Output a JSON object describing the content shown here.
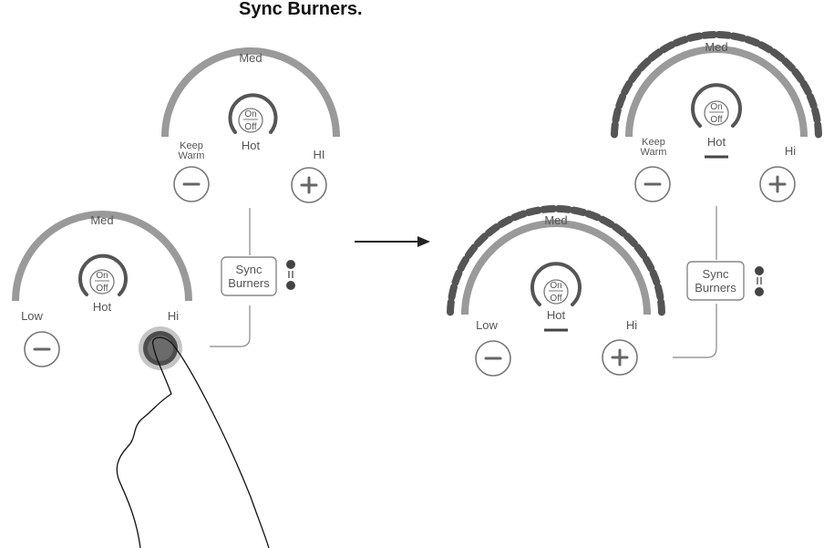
{
  "caption": "Sync Burners.",
  "sync_button": {
    "line1": "Sync",
    "line2": "Burners"
  },
  "before": {
    "rear_burner": {
      "top_label": "Med",
      "left_label_line1": "Keep",
      "left_label_line2": "Warm",
      "right_label": "HI",
      "power_on": "On",
      "power_off": "Off",
      "hot_label": "Hot",
      "hot_indicator_lit": false
    },
    "front_burner": {
      "top_label": "Med",
      "left_label": "Low",
      "right_label": "Hi",
      "power_on": "On",
      "power_off": "Off",
      "hot_label": "Hot",
      "hot_indicator_lit": false,
      "pressed": "increase"
    },
    "sync_linked": false
  },
  "after": {
    "rear_burner": {
      "top_label": "Med",
      "left_label_line1": "Keep",
      "left_label_line2": "Warm",
      "right_label": "Hi",
      "power_on": "On",
      "power_off": "Off",
      "hot_label": "Hot",
      "hot_indicator_lit": true,
      "level_lit": true
    },
    "front_burner": {
      "top_label": "Med",
      "left_label": "Low",
      "right_label": "Hi",
      "power_on": "On",
      "power_off": "Off",
      "hot_label": "Hot",
      "hot_indicator_lit": true,
      "level_lit": true
    },
    "sync_linked": true
  },
  "colors": {
    "arc": "#9a9a9a",
    "lit_segments": "#555555",
    "hot_line": "#444444",
    "arrow": "#222222",
    "finger_shadow": "#555555"
  },
  "icons": [
    "power-on-off-icon",
    "minus-icon",
    "plus-icon",
    "sync-indicator-icon",
    "finger-icon",
    "arrow-icon"
  ]
}
